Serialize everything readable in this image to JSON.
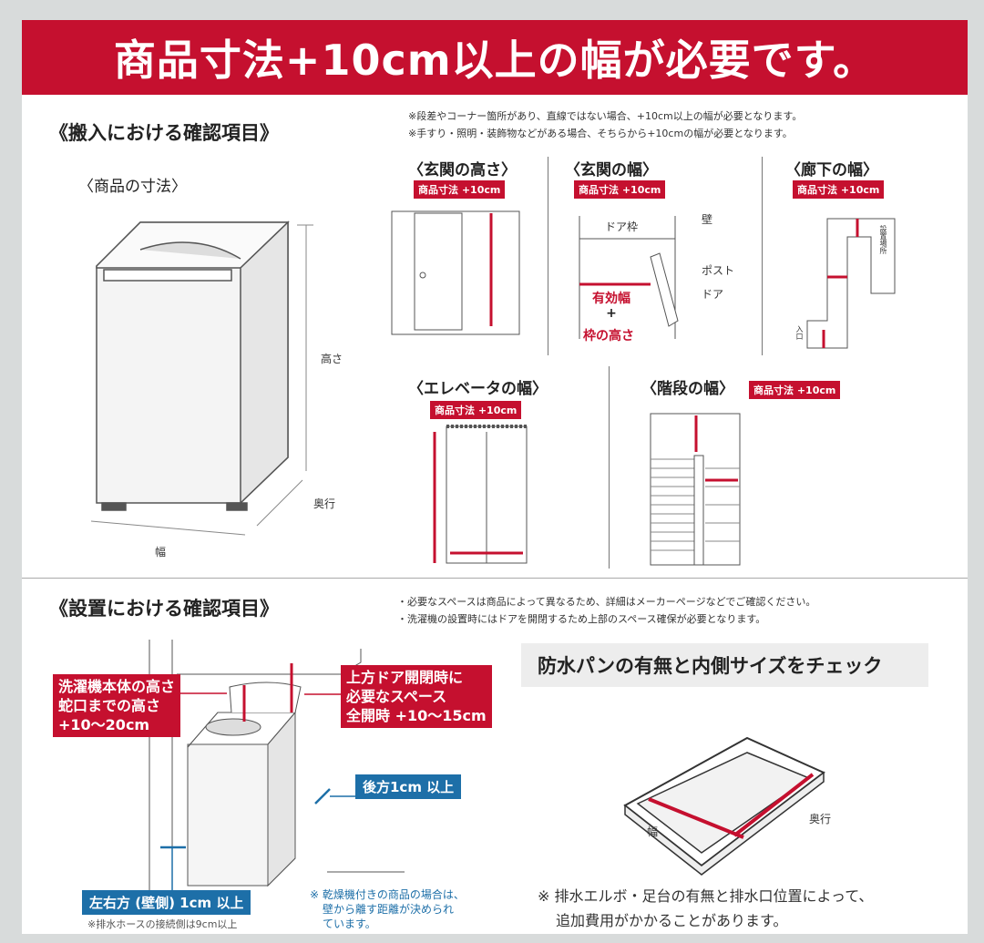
{
  "banner": {
    "title": "商品寸法+10cm以上の幅が必要です。"
  },
  "carry_in": {
    "heading": "《搬入における確認項目》",
    "product_dims": {
      "title": "〈商品の寸法〉",
      "height": "高さ",
      "depth": "奥行",
      "width": "幅"
    },
    "notes": [
      "※段差やコーナー箇所があり、直線ではない場合、+10cm以上の幅が必要となります。",
      "※手すり・照明・装飾物などがある場合、そちらから+10cmの幅が必要となります。"
    ],
    "entrance_height": {
      "title": "〈玄関の高さ〉",
      "tag": "商品寸法 +10cm"
    },
    "entrance_width": {
      "title": "〈玄関の幅〉",
      "tag": "商品寸法 +10cm",
      "labels": {
        "frame": "ドア枠",
        "wall": "壁",
        "post": "ポスト",
        "door": "ドア",
        "effective": "有効幅",
        "plus": "+",
        "frame_height": "枠の高さ"
      }
    },
    "hallway": {
      "title": "〈廊下の幅〉",
      "tag": "商品寸法 +10cm",
      "install": "設置場所",
      "entrance": "入口"
    },
    "elevator": {
      "title": "〈エレベータの幅〉",
      "tag": "商品寸法 +10cm"
    },
    "stairs": {
      "title": "〈階段の幅〉",
      "tag": "商品寸法 +10cm"
    }
  },
  "install": {
    "heading": "《設置における確認項目》",
    "notes": [
      "・必要なスペースは商品によって異なるため、詳細はメーカーページなどでご確認ください。",
      "・洗濯機の設置時にはドアを開閉するため上部のスペース確保が必要となります。"
    ],
    "height_box": [
      "洗濯機本体の高さ",
      "蛇口までの高さ",
      "+10〜20cm"
    ],
    "door_box": [
      "上方ドア開閉時に",
      "必要なスペース",
      "全開時 +10〜15cm"
    ],
    "rear": "後方1cm 以上",
    "sides": "左右方 (壁側) 1cm 以上",
    "drain_note": "※排水ホースの接続側は9cm以上",
    "dryer_note": [
      "※ 乾燥機付きの商品の場合は、",
      "壁から離す距離が決められ",
      "ています。"
    ],
    "pan": {
      "title": "防水パンの有無と内側サイズをチェック",
      "width": "幅",
      "depth": "奥行",
      "note": [
        "※ 排水エルボ・足台の有無と排水口位置によって、",
        "追加費用がかかることがあります。"
      ]
    }
  },
  "colors": {
    "accent_red": "#c5102f",
    "accent_blue": "#1d6fa8"
  }
}
